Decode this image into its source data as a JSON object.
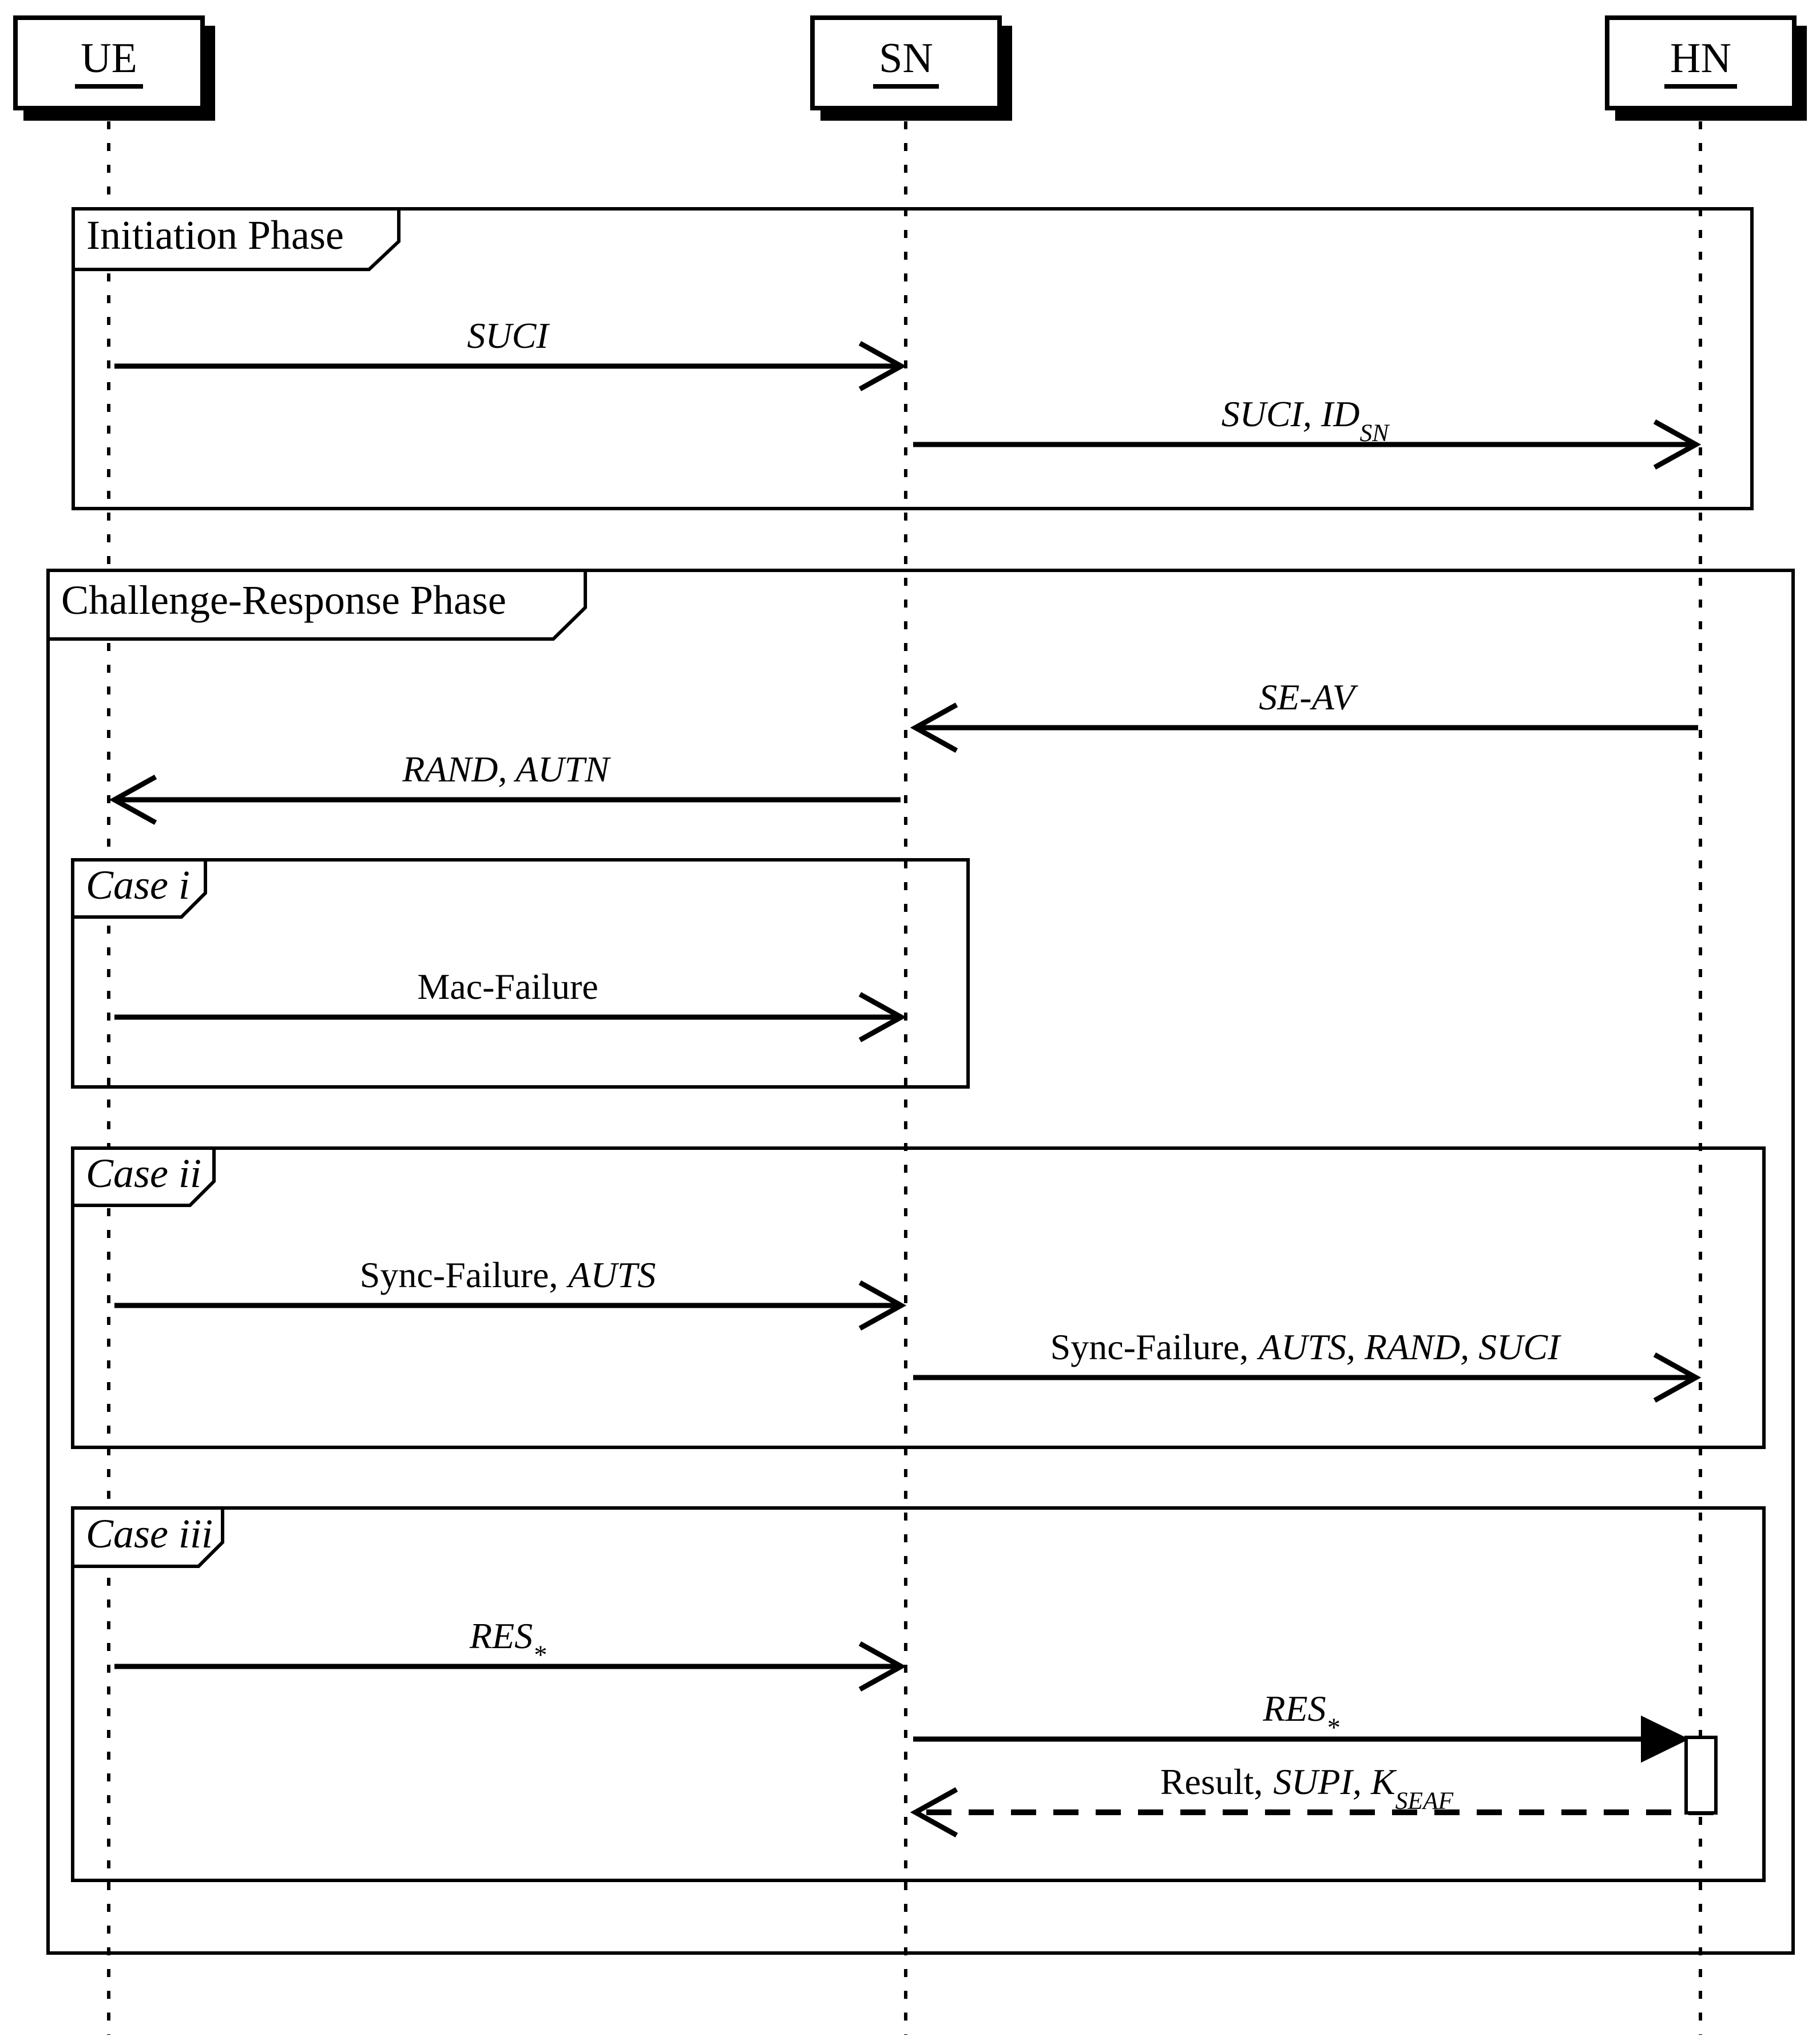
{
  "diagram": {
    "type": "sequence-diagram",
    "colors": {
      "ink": "#000000",
      "paper": "#ffffff"
    },
    "actors": [
      {
        "name": "UE"
      },
      {
        "name": "SN"
      },
      {
        "name": "HN"
      }
    ],
    "frames": {
      "initiation": {
        "label": "Initiation Phase"
      },
      "challenge_response": {
        "label": "Challenge-Response Phase"
      },
      "case_i": {
        "label": "Case i"
      },
      "case_ii": {
        "label": "Case ii"
      },
      "case_iii": {
        "label": "Case iii"
      }
    },
    "messages": {
      "suci": {
        "text": "SUCI",
        "from": "UE",
        "to": "SN"
      },
      "suci_idsn": {
        "main": "SUCI, ID",
        "sub": "SN",
        "from": "SN",
        "to": "HN"
      },
      "se_av": {
        "text": "SE-AV",
        "from": "HN",
        "to": "SN"
      },
      "rand_autn": {
        "text": "RAND, AUTN",
        "from": "SN",
        "to": "UE"
      },
      "mac_failure": {
        "text": "Mac-Failure",
        "from": "UE",
        "to": "SN"
      },
      "sync_failure_auts": {
        "plain": "Sync-Failure,",
        "italic": "AUTS",
        "from": "UE",
        "to": "SN"
      },
      "sync_failure_auts_rand_suci": {
        "plain": "Sync-Failure,",
        "italic": "AUTS, RAND, SUCI",
        "from": "SN",
        "to": "HN"
      },
      "res_star_ue_sn": {
        "text": "RES",
        "sup": "*",
        "from": "UE",
        "to": "SN"
      },
      "res_star_sn_hn": {
        "text": "RES",
        "sup": "*",
        "from": "SN",
        "to": "HN"
      },
      "result_supi_kseaf": {
        "plain": "Result,",
        "italic": "SUPI, K",
        "sub": "SEAF",
        "from": "HN",
        "to": "SN"
      }
    }
  }
}
